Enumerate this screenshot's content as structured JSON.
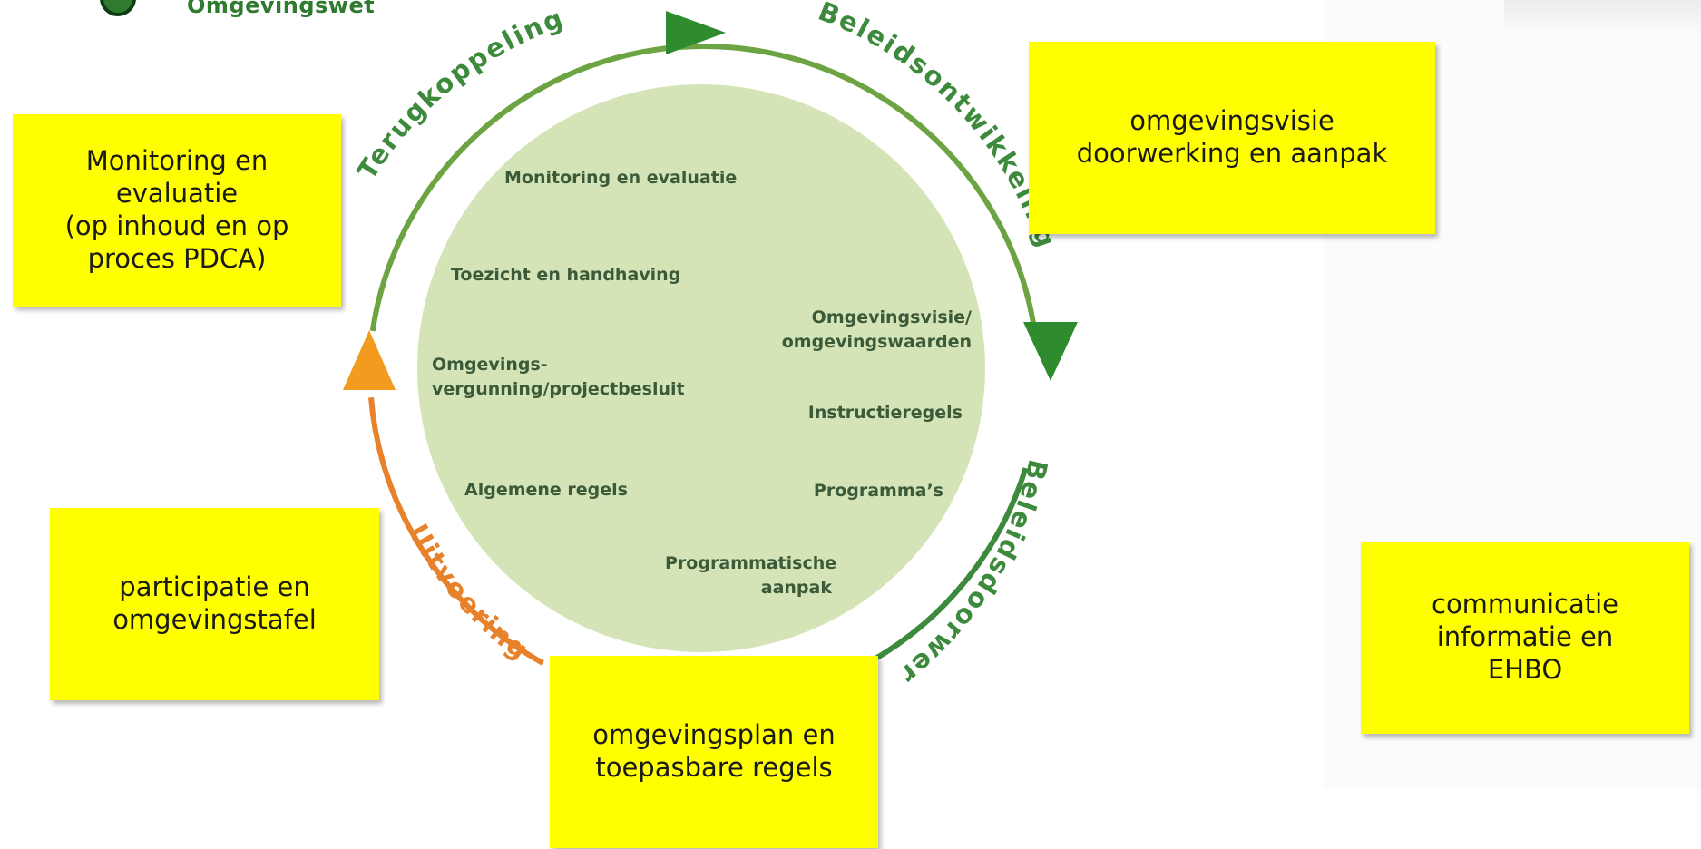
{
  "logo": {
    "text": "Omgevingswet"
  },
  "cycle": {
    "phases": [
      {
        "label": "Terugkoppeling",
        "color": "#3d8a3c"
      },
      {
        "label": "Beleidsontwikkeling",
        "color": "#3d8a3c"
      },
      {
        "label": "Beleidsdoorwerking",
        "color": "#3d8a3c"
      },
      {
        "label": "Uitvoering",
        "color": "#e8822a"
      }
    ],
    "arrow_colors": {
      "green": "#2e8b2e",
      "orange": "#f39b1f"
    },
    "circle_fill": "#d5e4b7",
    "items": [
      {
        "text": "Monitoring en evaluatie"
      },
      {
        "text": "Toezicht en handhaving"
      },
      {
        "text": "Omgevingsvisie/"
      },
      {
        "text": "omgevingswaarden"
      },
      {
        "text": "Omgevings-"
      },
      {
        "text": "vergunning/projectbesluit"
      },
      {
        "text": "Instructieregels"
      },
      {
        "text": "Algemene regels"
      },
      {
        "text": "Programma’s"
      },
      {
        "text": "Programmatische"
      },
      {
        "text": "aanpak"
      }
    ]
  },
  "notes": [
    {
      "text": "Monitoring en\nevaluatie\n(op inhoud en op\nproces PDCA)"
    },
    {
      "text": "omgevingsvisie\ndoorwerking en aanpak"
    },
    {
      "text": "participatie en\nomgevingstafel"
    },
    {
      "text": "omgevingsplan en\ntoepasbare regels"
    },
    {
      "text": "communicatie\ninformatie en\nEHBO"
    }
  ],
  "note_color": "#ffff00"
}
